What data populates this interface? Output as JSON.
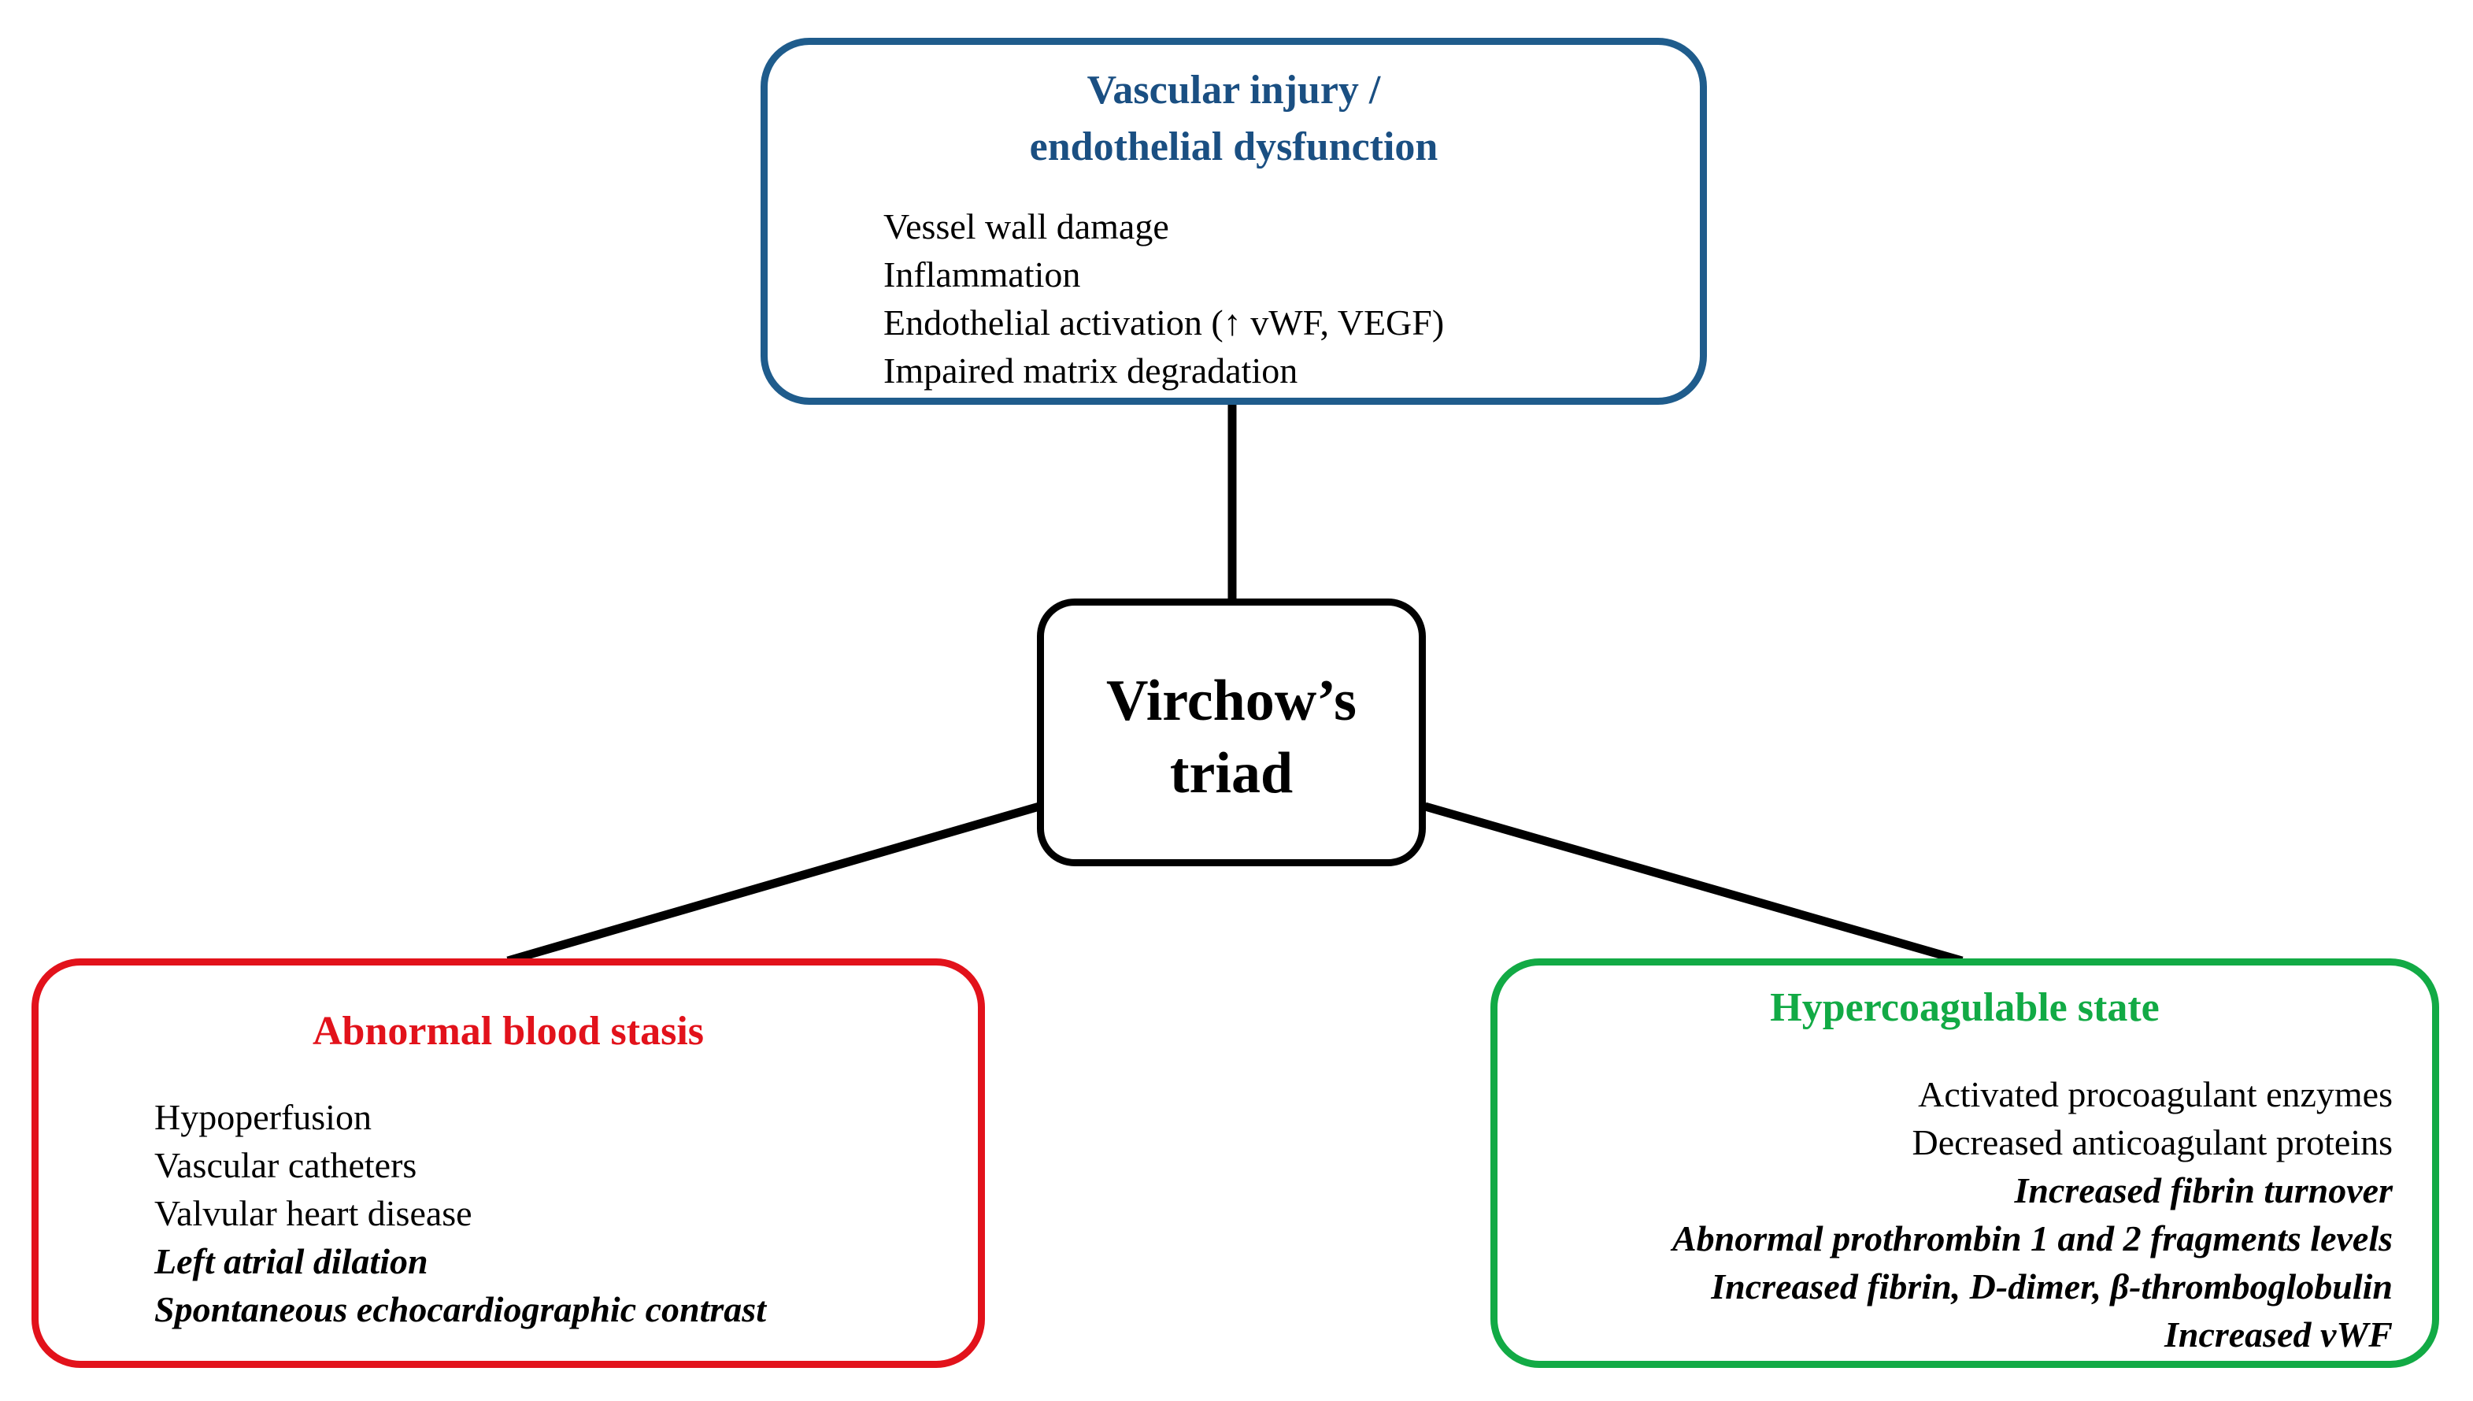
{
  "diagram": {
    "center": {
      "title_line1": "Virchow’s",
      "title_line2": "triad"
    },
    "vascular": {
      "title_line1": "Vascular injury /",
      "title_line2": "endothelial dysfunction",
      "items": [
        "Vessel wall damage",
        "Inflammation",
        "Endothelial activation (↑ vWF, VEGF)",
        "Impaired matrix degradation"
      ]
    },
    "stasis": {
      "title": "Abnormal blood stasis",
      "items": [
        "Hypoperfusion",
        "Vascular catheters",
        "Valvular heart disease",
        "Left atrial dilation",
        "Spontaneous echocardiographic contrast"
      ]
    },
    "hypercoagulable": {
      "title": "Hypercoagulable state",
      "items": [
        "Activated procoagulant enzymes",
        "Decreased anticoagulant proteins",
        "Increased fibrin turnover",
        "Abnormal prothrombin 1 and 2 fragments levels",
        "Increased fibrin, D-dimer, β-thromboglobulin",
        "Increased vWF"
      ]
    },
    "colors": {
      "vascular_border": "#1f5c8c",
      "vascular_title": "#1a4f82",
      "stasis": "#e2121b",
      "hypercoagulable": "#12aa45",
      "center_border": "#000000",
      "connector": "#000000"
    }
  }
}
